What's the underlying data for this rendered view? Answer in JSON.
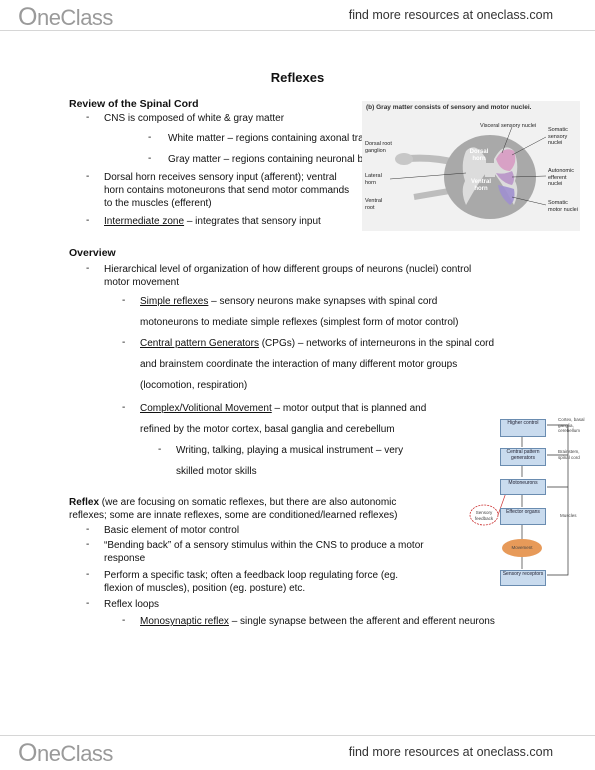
{
  "header": {
    "brand": "OneClass",
    "link": "find more resources at oneclass.com"
  },
  "footer": {
    "brand": "OneClass",
    "link": "find more resources at oneclass.com"
  },
  "doc": {
    "title": "Reflexes",
    "review": {
      "heading": "Review of the Spinal Cord",
      "b1": "CNS is composed of white & gray matter",
      "b1a": "White matter – regions containing axonal tracts",
      "b1b": "Gray matter – regions containing neuronal bodies",
      "b2_l1": "Dorsal horn receives sensory input (afferent); ventral",
      "b2_l2": "horn contains motoneurons that send motor commands",
      "b2_l3": "to the muscles (efferent)",
      "b3_term": "Intermediate zone",
      "b3_rest": " – integrates that sensory input"
    },
    "overview": {
      "heading": "Overview",
      "b1_l1": "Hierarchical level of organization of how different groups of neurons (nuclei) control",
      "b1_l2": "motor movement",
      "s1_term": "Simple reflexes",
      "s1_rest": " – sensory neurons make synapses with spinal cord",
      "s1_l2": "motoneurons to mediate simple reflexes (simplest form of motor control)",
      "s2_term": "Central pattern Generators",
      "s2_rest": " (CPGs) – networks of interneurons in the spinal cord",
      "s2_l2": "and brainstem coordinate the interaction of many different motor groups",
      "s2_l3": "(locomotion, respiration)",
      "s3_term": "Complex/Volitional Movement",
      "s3_rest": " – motor output that is planned and",
      "s3_l2": "refined by the motor cortex, basal ganglia and cerebellum",
      "s3a_l1": "Writing, talking, playing a musical instrument – very",
      "s3a_l2": "skilled motor skills"
    },
    "reflex": {
      "heading": "Reflex",
      "intro_rest": " (we are focusing on somatic reflexes, but there are also autonomic",
      "intro_l2": "reflexes; some are innate reflexes, some are conditioned/learned reflexes)",
      "b1": "Basic element of motor control",
      "b2_l1": "“Bending back” of a sensory stimulus within the CNS to produce a motor",
      "b2_l2": "response",
      "b3_l1": "Perform a specific task; often a feedback loop regulating force (eg.",
      "b3_l2": "flexion of muscles), position (eg. posture) etc.",
      "b4": "Reflex loops",
      "b4a_term": "Monosynaptic reflex",
      "b4a_rest": " – single synapse between the afferent and efferent neurons"
    }
  },
  "figure_spinal": {
    "caption": "(b) Gray matter consists of sensory and motor nuclei.",
    "visceral": "Visceral sensory nuclei",
    "somatic_sensory": "Somatic sensory nuclei",
    "dorsal_root_ganglion": "Dorsal root ganglion",
    "dorsal_horn": "Dorsal horn",
    "lateral_horn": "Lateral horn",
    "ventral_horn": "Ventral horn",
    "ventral_root": "Ventral root",
    "autonomic": "Autonomic efferent nuclei",
    "somatic_motor": "Somatic motor nuclei"
  },
  "figure_hierarchy": {
    "higher": "Higher control",
    "cpg": "Central pattern generators",
    "motoneurons": "Motoneurons",
    "effector": "Effector organs",
    "movement": "Movement",
    "sensory_receptors": "Sensory receptors",
    "sensory_feedback": "Sensory feedback",
    "side1": "Cortex, basal ganglia, cerebellum",
    "side2": "Brainstem, spinal cord",
    "side3": "Muscles"
  },
  "colors": {
    "brand_gray": "#9a9a9a",
    "cord_white": "#a9a9a9",
    "cord_gray": "#dcdcdc",
    "sensory_pink": "#d79ac2",
    "motor_purple": "#9f8fcf",
    "box_blue": "#c9dbee",
    "movement_orange": "#e79a59"
  }
}
